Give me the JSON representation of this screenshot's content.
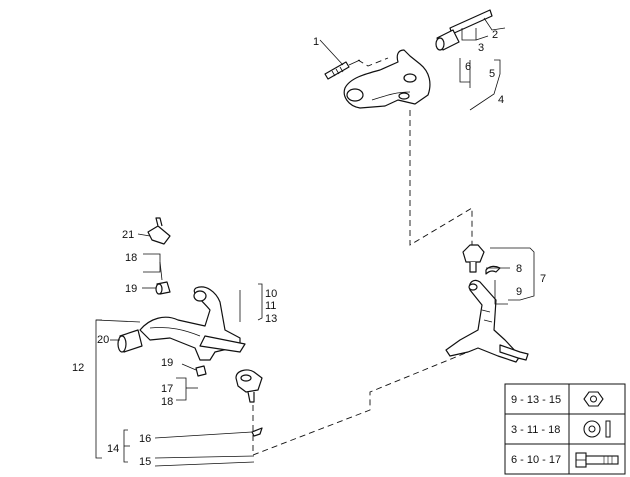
{
  "callouts": {
    "c1": "1",
    "c2": "2",
    "c3": "3",
    "c4": "4",
    "c5": "5",
    "c6": "6",
    "c7": "7",
    "c8": "8",
    "c9": "9",
    "c10": "10",
    "c11": "11",
    "c13": "13",
    "c12": "12",
    "c14": "14",
    "c15": "15",
    "c16": "16",
    "c17": "17",
    "c18a": "18",
    "c18b": "18",
    "c19a": "19",
    "c19b": "19",
    "c20": "20",
    "c21": "21"
  },
  "legend": {
    "rows": [
      {
        "label": "9 - 13 - 15",
        "icon": "nut-icon"
      },
      {
        "label": "3 - 11 - 18",
        "icon": "washer-icon"
      },
      {
        "label": "6 - 10 - 17",
        "icon": "bolt-icon"
      }
    ]
  }
}
